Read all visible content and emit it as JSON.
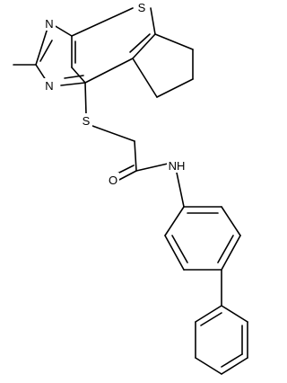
{
  "molecule": {
    "line_color": "#000000",
    "background": "#ffffff",
    "atom_labels": {
      "n1": "N",
      "n3": "N",
      "s7": "S",
      "s_thioether": "S",
      "o_carbonyl": "O",
      "nh_amide": "NH"
    }
  }
}
